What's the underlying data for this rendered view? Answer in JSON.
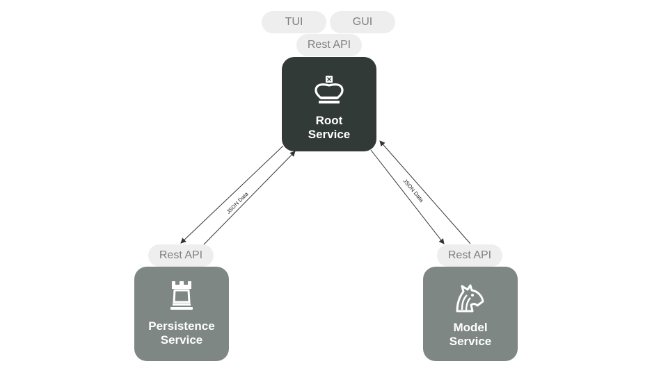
{
  "clients": {
    "tui": "TUI",
    "gui": "GUI"
  },
  "root": {
    "api_label": "Rest API",
    "title_line1": "Root",
    "title_line2": "Service",
    "icon": "chess-king-icon"
  },
  "persistence": {
    "api_label": "Rest API",
    "title_line1": "Persistence",
    "title_line2": "Service",
    "icon": "chess-rook-icon"
  },
  "model": {
    "api_label": "Rest API",
    "title_line1": "Model",
    "title_line2": "Service",
    "icon": "chess-knight-icon"
  },
  "edges": {
    "left_label": "JSON Data",
    "right_label": "JSON Data"
  },
  "colors": {
    "root_box": "#323a37",
    "service_box": "#7f8784",
    "pill": "#eeeeee",
    "pill_text": "#7f7f7f"
  }
}
